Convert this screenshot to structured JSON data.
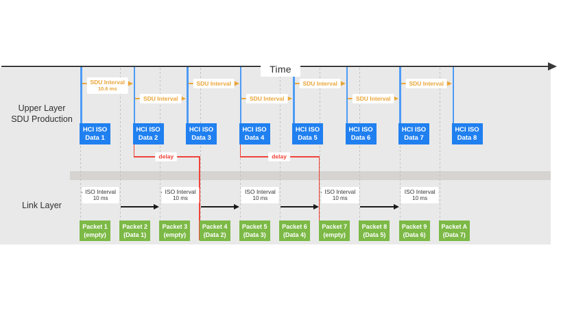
{
  "diagram": {
    "time_label": "Time",
    "upper_layer_label": [
      "Upper Layer",
      "SDU Production"
    ],
    "link_layer_label": "Link Layer",
    "colors": {
      "blue_box": "#2080f0",
      "blue_line": "#4d9bf5",
      "green_box": "#7cb946",
      "orange": "#eaa63a",
      "red": "#f04137",
      "background": "#e9e9e9",
      "divider_band": "#d6d4d1",
      "timeline": "#383838"
    },
    "sdu_boxes": [
      {
        "line1": "HCI ISO",
        "line2": "Data 1"
      },
      {
        "line1": "HCI ISO",
        "line2": "Data 2"
      },
      {
        "line1": "HCI ISO",
        "line2": "Data 3"
      },
      {
        "line1": "HCI ISO",
        "line2": "Data 4"
      },
      {
        "line1": "HCI ISO",
        "line2": "Data 5"
      },
      {
        "line1": "HCI ISO",
        "line2": "Data 6"
      },
      {
        "line1": "HCI ISO",
        "line2": "Data 7"
      },
      {
        "line1": "HCI ISO",
        "line2": "Data 8"
      }
    ],
    "sdu_intervals": [
      {
        "label": "SDU Interval",
        "sublabel": "10.6 ms",
        "from": 0,
        "to": 1,
        "row": "upper"
      },
      {
        "label": "SDU Interval",
        "sublabel": "",
        "from": 1,
        "to": 2,
        "row": "lower"
      },
      {
        "label": "SDU Interval",
        "sublabel": "",
        "from": 2,
        "to": 3,
        "row": "upper"
      },
      {
        "label": "SDU Interval",
        "sublabel": "",
        "from": 3,
        "to": 4,
        "row": "lower"
      },
      {
        "label": "SDU Interval",
        "sublabel": "",
        "from": 4,
        "to": 5,
        "row": "upper"
      },
      {
        "label": "SDU Interval",
        "sublabel": "",
        "from": 5,
        "to": 6,
        "row": "lower"
      },
      {
        "label": "SDU Interval",
        "sublabel": "",
        "from": 6,
        "to": 7,
        "row": "upper"
      }
    ],
    "delays": [
      {
        "label": "delay",
        "from_sdu": 1,
        "to_slot": 3
      },
      {
        "label": "delay",
        "from_sdu": 3,
        "to_slot": 6
      }
    ],
    "iso_intervals": [
      {
        "label": "ISO Interval",
        "sublabel": "10 ms",
        "slot": 0
      },
      {
        "label": "ISO Interval",
        "sublabel": "10 ms",
        "slot": 2
      },
      {
        "label": "ISO Interval",
        "sublabel": "10 ms",
        "slot": 4
      },
      {
        "label": "ISO Interval",
        "sublabel": "10 ms",
        "slot": 6
      },
      {
        "label": "ISO Interval",
        "sublabel": "10 ms",
        "slot": 8
      }
    ],
    "plain_arrows": [
      {
        "slot": 1
      },
      {
        "slot": 3
      },
      {
        "slot": 5
      },
      {
        "slot": 7
      }
    ],
    "packets": [
      {
        "line1": "Packet 1",
        "line2": "(empty)"
      },
      {
        "line1": "Packet 2",
        "line2": "(Data 1)"
      },
      {
        "line1": "Packet 3",
        "line2": "(empty)"
      },
      {
        "line1": "Packet 4",
        "line2": "(Data 2)"
      },
      {
        "line1": "Packet 5",
        "line2": "(Data 3)"
      },
      {
        "line1": "Packet 6",
        "line2": "(Data 4)"
      },
      {
        "line1": "Packet 7",
        "line2": "(empty)"
      },
      {
        "line1": "Packet 8",
        "line2": "(Data 5)"
      },
      {
        "line1": "Packet 9",
        "line2": "(Data 6)"
      },
      {
        "line1": "Packet A",
        "line2": "(Data 7)"
      }
    ]
  }
}
